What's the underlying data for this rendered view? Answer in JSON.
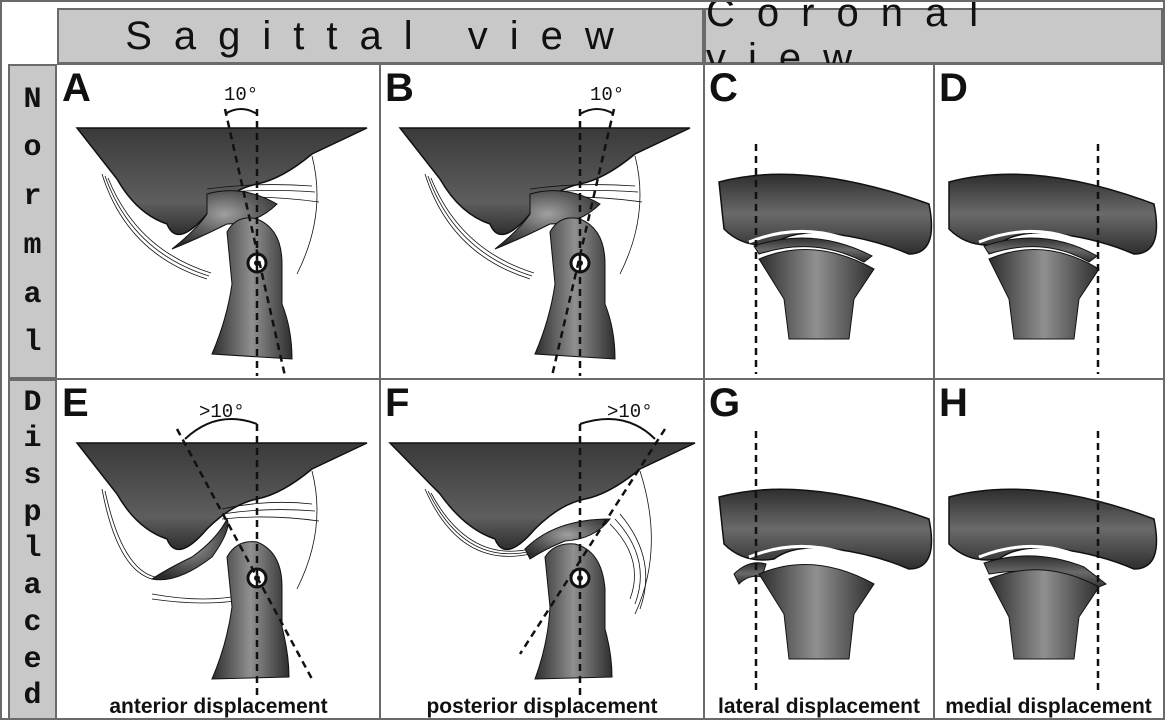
{
  "headers": {
    "sagittal": "Sagittal view",
    "coronal": "Coronal view"
  },
  "rows": {
    "normal": [
      "N",
      "o",
      "r",
      "m",
      "a",
      "l"
    ],
    "displaced": [
      "D",
      "i",
      "s",
      "p",
      "l",
      "a",
      "c",
      "e",
      "d"
    ]
  },
  "panels": {
    "A": {
      "label": "A",
      "angle": "10°"
    },
    "B": {
      "label": "B",
      "angle": "10°"
    },
    "C": {
      "label": "C"
    },
    "D": {
      "label": "D"
    },
    "E": {
      "label": "E",
      "angle": ">10°",
      "caption": "anterior displacement"
    },
    "F": {
      "label": "F",
      "angle": ">10°",
      "caption": "posterior displacement"
    },
    "G": {
      "label": "G",
      "caption": "lateral displacement"
    },
    "H": {
      "label": "H",
      "caption": "medial displacement"
    }
  },
  "colors": {
    "header_bg": "#c8c8c8",
    "bone_dark": "#3a3a3a",
    "bone_light": "#8a8a8a",
    "line": "#111111"
  }
}
